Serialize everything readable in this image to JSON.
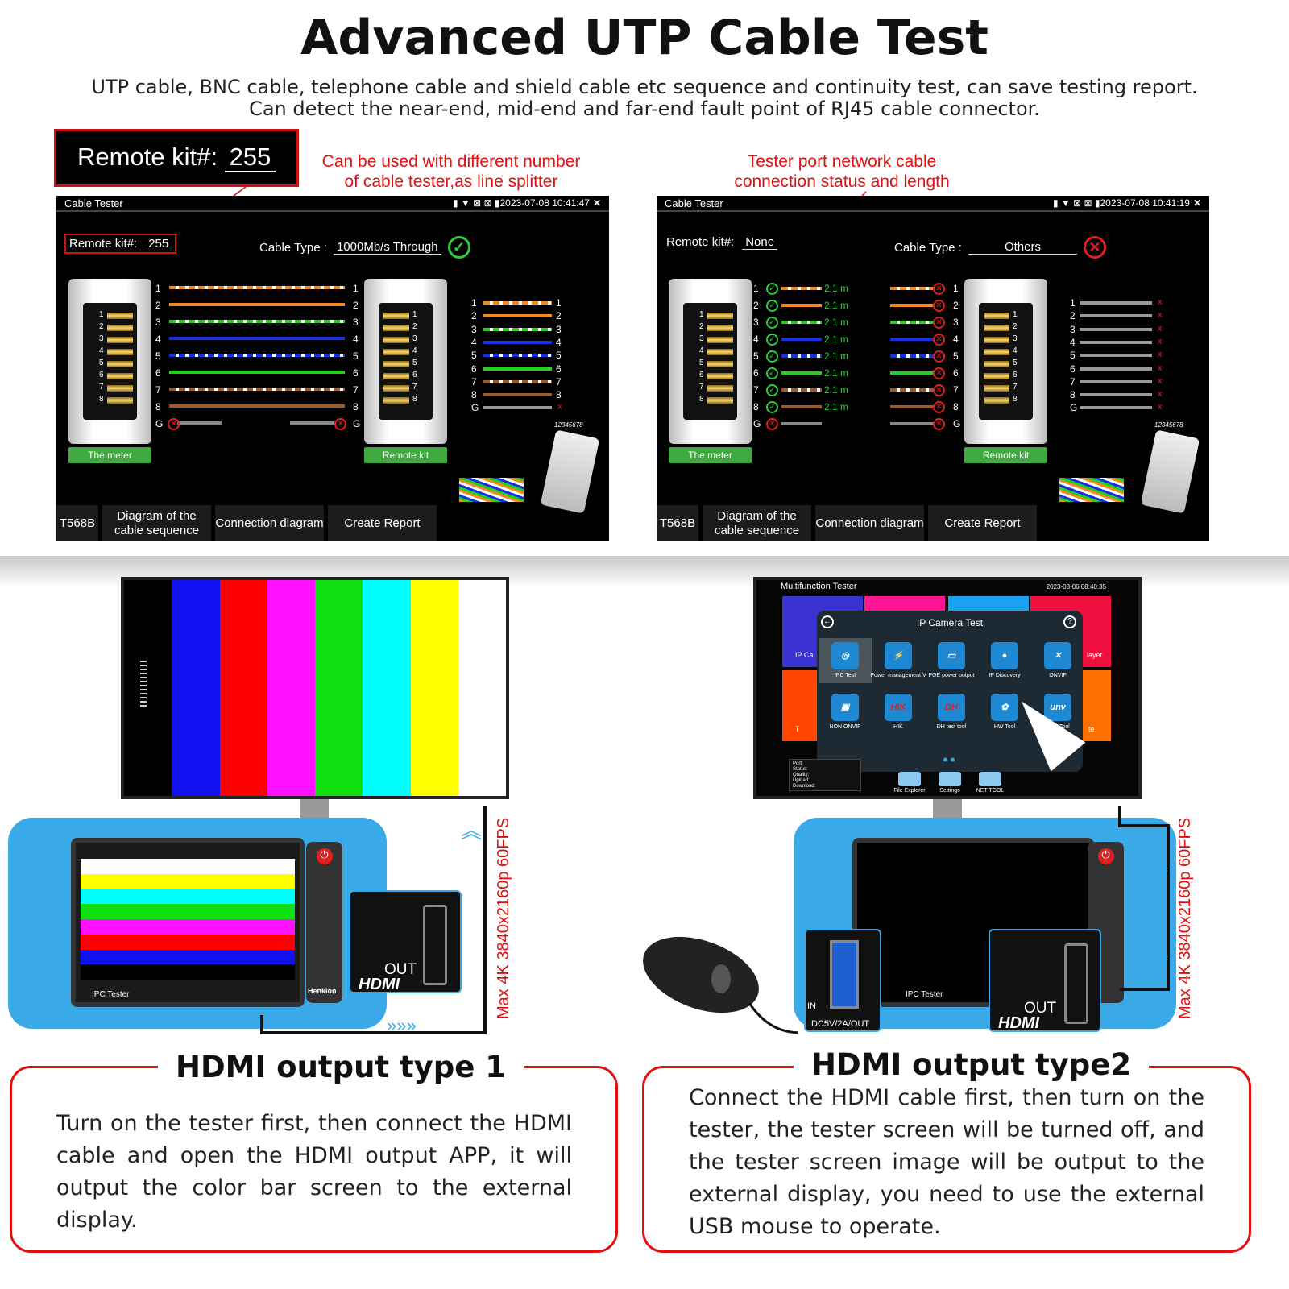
{
  "title": "Advanced UTP Cable Test",
  "subtitle": "UTP cable, BNC cable, telephone cable and shield cable etc sequence and continuity test, can save testing report. Can detect the near-end, mid-end and far-end fault point of RJ45 cable connector.",
  "callout_kit": {
    "label": "Remote kit#:",
    "value": "255"
  },
  "notes": {
    "left": "Can be used with different number of cable tester,as line splitter",
    "right": "Tester port network cable connection status and length"
  },
  "wire_colors": {
    "orange": "#f08a24",
    "green": "#22d022",
    "blue": "#1530e0",
    "brown": "#9a5a2a",
    "gray": "#888888"
  },
  "screens": [
    {
      "app": "Cable Tester",
      "datetime": "2023-07-08 10:41:47",
      "kit_label": "Remote kit#:",
      "kit_value": "255",
      "cable_type_label": "Cable Type :",
      "cable_type": "1000Mb/s Through",
      "result": "ok",
      "pins": [
        "1",
        "2",
        "3",
        "4",
        "5",
        "6",
        "7",
        "8",
        "G"
      ],
      "lengths": [],
      "meter_label": "The meter",
      "remote_label": "Remote kit",
      "serial": "12345678",
      "buttons": [
        "T568B",
        "Diagram of the cable sequence",
        "Connection diagram",
        "Create Report"
      ]
    },
    {
      "app": "Cable Tester",
      "datetime": "2023-07-08 10:41:19",
      "kit_label": "Remote kit#:",
      "kit_value": "None",
      "cable_type_label": "Cable Type :",
      "cable_type": "Others",
      "result": "fail",
      "pins": [
        "1",
        "2",
        "3",
        "4",
        "5",
        "6",
        "7",
        "8",
        "G"
      ],
      "lengths": [
        "2.1 m",
        "2.1 m",
        "2.1 m",
        "2.1 m",
        "2.1 m",
        "2.1 m",
        "2.1 m",
        "2.1 m"
      ],
      "meter_label": "The meter",
      "remote_label": "Remote kit",
      "serial": "12345678",
      "buttons": [
        "T568B",
        "Diagram of the cable sequence",
        "Connection diagram",
        "Create Report"
      ]
    }
  ],
  "colorbars": [
    "#000000",
    "#1010f0",
    "#ff0000",
    "#ff10ff",
    "#10e010",
    "#00ffff",
    "#ffff00",
    "#ffffff"
  ],
  "hdmi": {
    "out": "OUT",
    "logo": "HDMI",
    "max": "Max 4K 3840x2160p 60FPS",
    "usb_in": "IN",
    "usb_label": "DC5V/2A/OUT",
    "tester_label": "IPC Tester",
    "brand": "Henkion"
  },
  "multi": {
    "app": "Multifunction Tester",
    "datetime": "2023-08-06 08:40:35",
    "dialog_title": "IP Camera Test",
    "apps": [
      {
        "label": "IPC Test",
        "glyph": "◎"
      },
      {
        "label": "Power management V",
        "glyph": "⚡"
      },
      {
        "label": "POE power output",
        "glyph": "▭"
      },
      {
        "label": "IP Discovery",
        "glyph": "●"
      },
      {
        "label": "ONVIF",
        "glyph": "✕"
      },
      {
        "label": "NON ONVIF",
        "glyph": "▣"
      },
      {
        "label": "HIK",
        "glyph": "HIK"
      },
      {
        "label": "DH test tool",
        "glyph": "DH"
      },
      {
        "label": "HW Tool",
        "glyph": "✿"
      },
      {
        "label": "UNV Tool",
        "glyph": "unv"
      }
    ],
    "bg_tiles": [
      "IP Ca",
      "layer",
      "T",
      "te"
    ],
    "dock": [
      "File Explorer",
      "Settings",
      "NET TOOL"
    ],
    "status": [
      "Port:",
      "Status:",
      "Quality:",
      "Upload:",
      "Download:"
    ]
  },
  "panels": [
    {
      "title": "HDMI output type 1",
      "text": "Turn on the tester first, then connect the HDMI cable and open the HDMI output APP, it will output the color bar screen to the external display."
    },
    {
      "title": "HDMI output type2",
      "text": "Connect the HDMI cable first, then turn on the tester, the tester screen will be turned off, and the tester screen image will be output to the external display, you need to use the external USB mouse to operate."
    }
  ]
}
